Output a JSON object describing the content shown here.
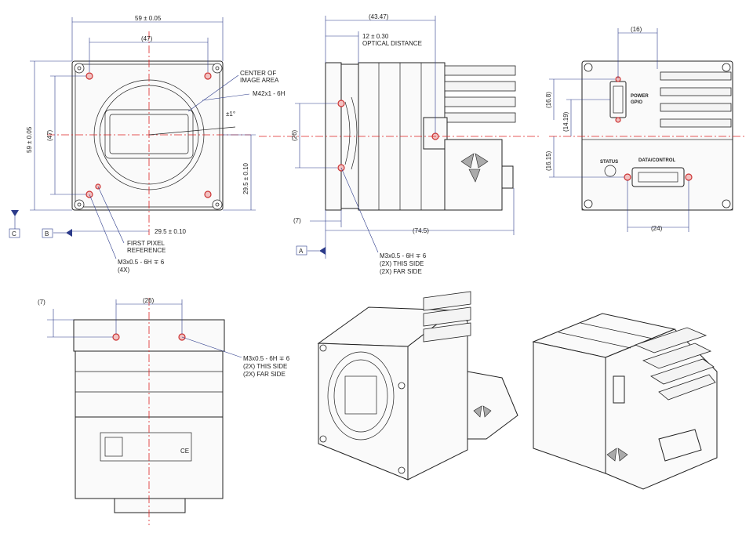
{
  "front_view": {
    "width_dim": "59 ± 0.05",
    "hole_spacing_top": "(47)",
    "height_dim": "59 ± 0.05",
    "hole_spacing_side": "(47)",
    "center_image_label_1": "CENTER OF",
    "center_image_label_2": "IMAGE AREA",
    "mount_label": "M42x1 - 6H",
    "angle_label": "±1°",
    "offset_vertical": "29.5 ± 0.10",
    "offset_horizontal": "29.5 ± 0.10",
    "first_pixel_1": "FIRST PIXEL",
    "first_pixel_2": "REFERENCE",
    "hole_callout_1": "M3x0.5 - 6H ∓ 6",
    "hole_callout_2": "(4X)",
    "datum_c": "C",
    "datum_b": "B"
  },
  "side_view": {
    "overall_top": "(43.47)",
    "optical_1": "12 ± 0.30",
    "optical_2": "OPTICAL DISTANCE",
    "hole_spacing": "(26)",
    "flange_dim": "(7)",
    "overall_length": "(74.5)",
    "hole_callout_1": "M3x0.5 - 6H ∓ 6",
    "hole_callout_2": "(2X) THIS SIDE",
    "hole_callout_3": "(2X) FAR SIDE",
    "datum_a": "A"
  },
  "back_view": {
    "top_dim": "(16)",
    "dim_16_8": "(16.8)",
    "dim_14_19": "(14.19)",
    "dim_16_15": "(16.15)",
    "power_label_1": "POWER",
    "power_label_2": "GPIO",
    "status_label": "STATUS",
    "data_label": "DATA/CONTROL",
    "bottom_dim": "(24)"
  },
  "top_view": {
    "dim_7": "(7)",
    "hole_spacing": "(26)",
    "hole_callout_1": "M3x0.5 - 6H ∓ 6",
    "hole_callout_2": "(2X) THIS SIDE",
    "hole_callout_3": "(2X) FAR SIDE",
    "ce_mark": "CE"
  }
}
